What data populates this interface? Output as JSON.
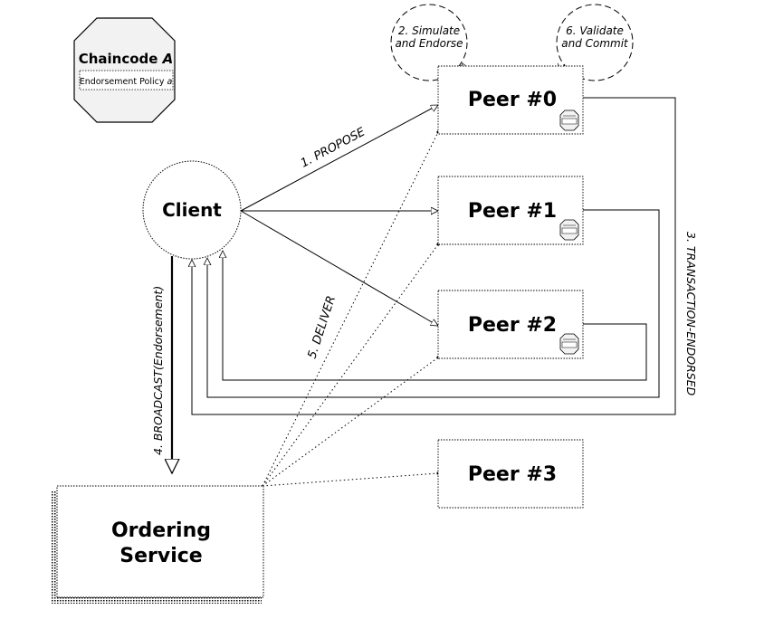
{
  "chaincode": {
    "title_prefix": "Chaincode ",
    "title_var": "A",
    "policy_prefix": "Endorsement Policy ",
    "policy_var": "a"
  },
  "client": {
    "label": "Client"
  },
  "peers": [
    {
      "label": "Peer #0"
    },
    {
      "label": "Peer #1"
    },
    {
      "label": "Peer #2"
    },
    {
      "label": "Peer #3"
    }
  ],
  "ordering": {
    "line1": "Ordering",
    "line2": "Service"
  },
  "steps": {
    "propose": "1. PROPOSE",
    "simulate_line1": "2. Simulate",
    "simulate_line2": "and Endorse",
    "endorsed": "3. TRANSACTION-ENDORSED",
    "broadcast": "4. BROADCAST(Endorsement)",
    "deliver": "5. DELIVER",
    "validate_line1": "6. Validate",
    "validate_line2": "and Commit"
  }
}
